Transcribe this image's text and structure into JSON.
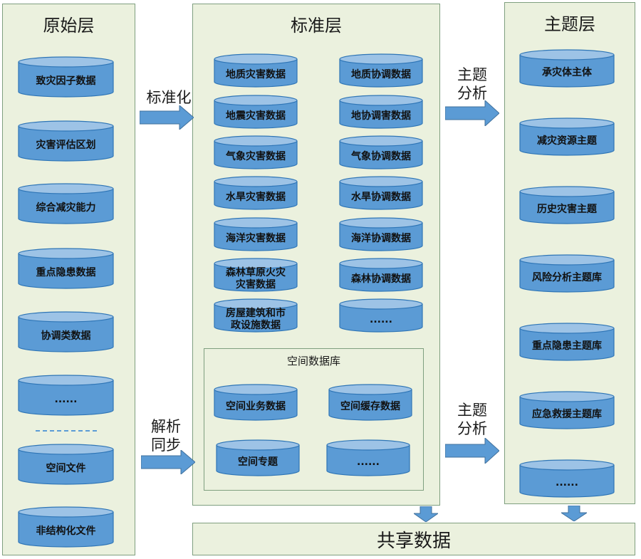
{
  "columns": {
    "raw": {
      "title": "原始层",
      "items": [
        "致灾因子数据",
        "灾害评估区划",
        "综合减灾能力",
        "重点隐患数据",
        "协调类数据",
        "......",
        "空间文件",
        "非结构化文件"
      ]
    },
    "standard": {
      "title": "标准层",
      "left_items": [
        "地质灾害数据",
        "地震灾害数据",
        "气象灾害数据",
        "水旱灾害数据",
        "海洋灾害数据",
        "森林草原火灾灾害数据",
        "房屋建筑和市政设施数据"
      ],
      "right_items": [
        "地质协调数据",
        "地协调害数据",
        "气象协调数据",
        "水旱协调数据",
        "海洋协调数据",
        "森林协调数据",
        "......"
      ],
      "spatial": {
        "title": "空间数据库",
        "items": [
          "空间业务数据",
          "空间缓存数据",
          "空间专题",
          "......"
        ]
      }
    },
    "theme": {
      "title": "主题层",
      "items": [
        "承灾体主体",
        "减灾资源主题",
        "历史灾害主题",
        "风险分析主题库",
        "重点隐患主题库",
        "应急救援主题库",
        "......"
      ]
    }
  },
  "arrows": {
    "standardize": "标准化",
    "parse_sync_1": "解析",
    "parse_sync_2": "同步",
    "theme_analysis_1": "主题",
    "theme_analysis_2": "分析",
    "theme_analysis_b1": "主题",
    "theme_analysis_b2": "分析"
  },
  "shared": {
    "label": "共享数据"
  },
  "colors": {
    "panel_bg": "#ebf1de",
    "panel_border": "#7f9f7f",
    "cyl_fill": "#5b9bd5",
    "cyl_top": "#9dc3e6",
    "cyl_stroke": "#2e75b6",
    "arrow": "#5b9bd5"
  }
}
